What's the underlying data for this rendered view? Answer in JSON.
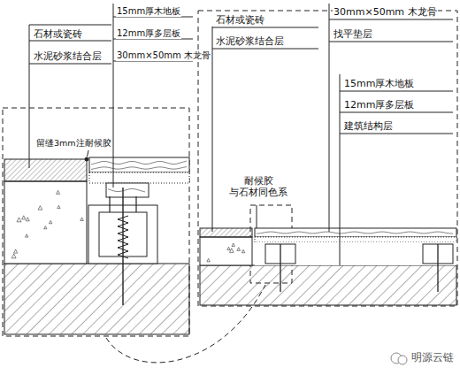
{
  "diagram": {
    "labels": [
      "15mm厚木地板",
      "12mm厚多层板",
      "30mm×50mm 木龙骨",
      "石材或瓷砖",
      "水泥砂浆结合层",
      "留缝3mm注耐候胶",
      "石材或瓷砖",
      "水泥砂浆结合层",
      "30mm×50mm 木龙骨",
      "找平垫层",
      "15mm厚木地板",
      "12mm厚多层板",
      "建筑结构层",
      "耐候胶 与石材同色系",
      "明源云链"
    ]
  }
}
